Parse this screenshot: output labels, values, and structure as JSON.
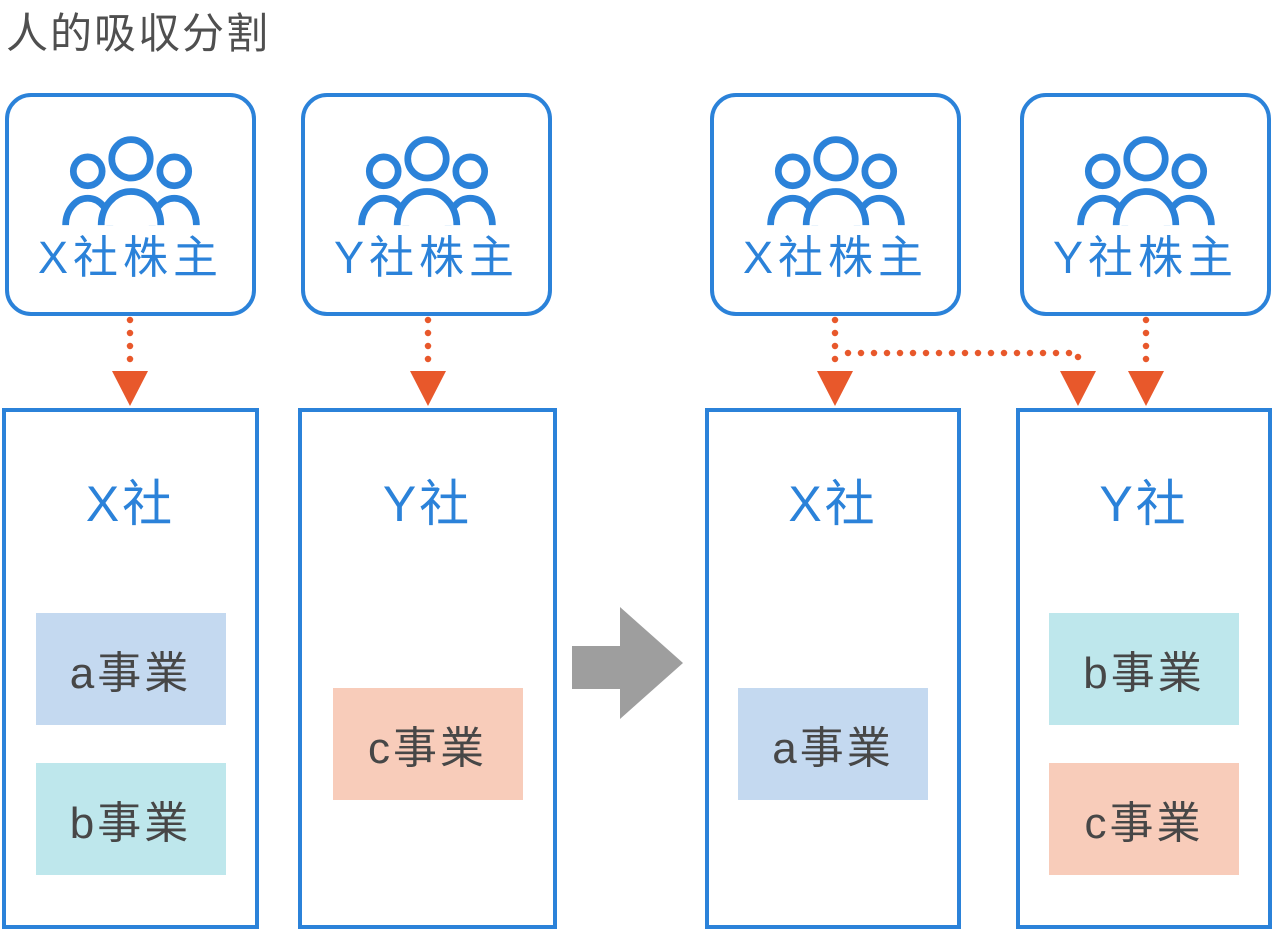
{
  "title": "人的吸収分割",
  "colors": {
    "blue": "#2b82d9",
    "orange": "#e8582b",
    "gray_arrow": "#9e9e9e",
    "text_dark": "#474747",
    "title_text": "#4f4f4f",
    "business_a_bg": "#c4d9f0",
    "business_b_bg": "#bee7ec",
    "business_c_bg": "#f8ccba"
  },
  "icons": {
    "shareholders": "people-group-icon",
    "ownership": "dotted-down-arrow-icon",
    "transform": "gray-right-arrow-icon"
  },
  "before": {
    "shareholders": [
      {
        "label": "X社株主"
      },
      {
        "label": "Y社株主"
      }
    ],
    "companies": [
      {
        "name": "X社",
        "businesses": [
          {
            "label": "a事業"
          },
          {
            "label": "b事業"
          }
        ]
      },
      {
        "name": "Y社",
        "businesses": [
          {
            "label": "c事業"
          }
        ]
      }
    ]
  },
  "after": {
    "shareholders": [
      {
        "label": "X社株主"
      },
      {
        "label": "Y社株主"
      }
    ],
    "companies": [
      {
        "name": "X社",
        "businesses": [
          {
            "label": "a事業"
          }
        ]
      },
      {
        "name": "Y社",
        "businesses": [
          {
            "label": "b事業"
          },
          {
            "label": "c事業"
          }
        ]
      }
    ]
  },
  "arrows": [
    {
      "from": "X社株主",
      "to": "X社",
      "panel": "before",
      "style": "dotted-orange"
    },
    {
      "from": "Y社株主",
      "to": "Y社",
      "panel": "before",
      "style": "dotted-orange"
    },
    {
      "from": "X社株主",
      "to": "X社",
      "panel": "after",
      "style": "dotted-orange"
    },
    {
      "from": "X社株主",
      "to": "Y社",
      "panel": "after",
      "style": "dotted-orange-branch"
    },
    {
      "from": "Y社株主",
      "to": "Y社",
      "panel": "after",
      "style": "dotted-orange"
    },
    {
      "from": "before",
      "to": "after",
      "style": "solid-gray"
    }
  ]
}
